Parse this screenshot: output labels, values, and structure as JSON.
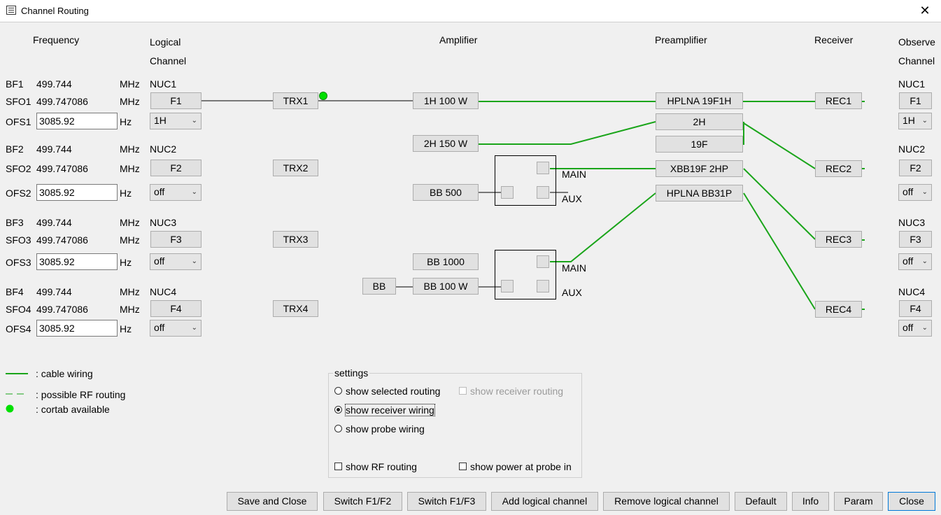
{
  "window": {
    "title": "Channel Routing",
    "close_glyph": "✕"
  },
  "headers": {
    "frequency": "Frequency",
    "logical_1": "Logical",
    "logical_2": "Channel",
    "amplifier": "Amplifier",
    "preamplifier": "Preamplifier",
    "receiver": "Receiver",
    "observe_1": "Observe",
    "observe_2": "Channel"
  },
  "channels": [
    {
      "bf_label": "BF1",
      "bf_value": "499.744",
      "bf_unit": "MHz",
      "nuc": "NUC1",
      "sfo_label": "SFO1",
      "sfo_value": "499.747086",
      "sfo_unit": "MHz",
      "f_button": "F1",
      "ofs_label": "OFS1",
      "ofs_value": "3085.92",
      "ofs_unit": "Hz",
      "select": "1H",
      "trx": "TRX1",
      "rec": "REC1",
      "obs_nuc": "NUC1",
      "obs_button": "F1",
      "obs_select": "1H"
    },
    {
      "bf_label": "BF2",
      "bf_value": "499.744",
      "bf_unit": "MHz",
      "nuc": "NUC2",
      "sfo_label": "SFO2",
      "sfo_value": "499.747086",
      "sfo_unit": "MHz",
      "f_button": "F2",
      "ofs_label": "OFS2",
      "ofs_value": "3085.92",
      "ofs_unit": "Hz",
      "select": "off",
      "trx": "TRX2",
      "rec": "REC2",
      "obs_nuc": "NUC2",
      "obs_button": "F2",
      "obs_select": "off"
    },
    {
      "bf_label": "BF3",
      "bf_value": "499.744",
      "bf_unit": "MHz",
      "nuc": "NUC3",
      "sfo_label": "SFO3",
      "sfo_value": "499.747086",
      "sfo_unit": "MHz",
      "f_button": "F3",
      "ofs_label": "OFS3",
      "ofs_value": "3085.92",
      "ofs_unit": "Hz",
      "select": "off",
      "trx": "TRX3",
      "rec": "REC3",
      "obs_nuc": "NUC3",
      "obs_button": "F3",
      "obs_select": "off"
    },
    {
      "bf_label": "BF4",
      "bf_value": "499.744",
      "bf_unit": "MHz",
      "nuc": "NUC4",
      "sfo_label": "SFO4",
      "sfo_value": "499.747086",
      "sfo_unit": "MHz",
      "f_button": "F4",
      "ofs_label": "OFS4",
      "ofs_value": "3085.92",
      "ofs_unit": "Hz",
      "select": "off",
      "trx": "TRX4",
      "rec": "REC4",
      "obs_nuc": "NUC4",
      "obs_button": "F4",
      "obs_select": "off"
    }
  ],
  "amplifiers": [
    "1H 100 W",
    "2H 150 W",
    "BB 500",
    "BB 1000",
    "BB 100 W"
  ],
  "bb_source": "BB",
  "switches": {
    "main": "MAIN",
    "aux": "AUX"
  },
  "preamps": [
    "HPLNA 19F1H",
    "2H",
    "19F",
    "XBB19F 2HP",
    "HPLNA BB31P"
  ],
  "legend": {
    "cable": ": cable wiring",
    "rf": ": possible RF routing",
    "cortab": ": cortab available"
  },
  "settings": {
    "title": "settings",
    "show_selected_routing": "show selected routing",
    "show_receiver_routing": "show receiver routing",
    "show_receiver_wiring": "show receiver wiring",
    "show_probe_wiring": "show probe wiring",
    "show_rf_routing": "show RF routing",
    "show_power_at_probe_in": "show power at probe in",
    "selected_option": "show receiver wiring"
  },
  "buttons": {
    "save_close": "Save and Close",
    "switch_f1f2": "Switch F1/F2",
    "switch_f1f3": "Switch F1/F3",
    "add_logical": "Add logical channel",
    "remove_logical": "Remove logical channel",
    "default": "Default",
    "info": "Info",
    "param": "Param",
    "close": "Close"
  },
  "colors": {
    "wire_green": "#1aa51a",
    "cortab_green": "#00e000",
    "background": "#f0f0f0"
  }
}
